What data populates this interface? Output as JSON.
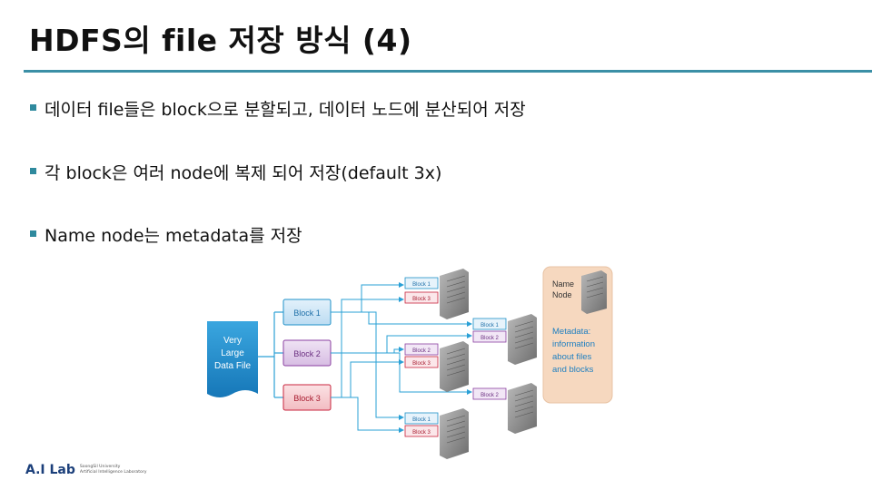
{
  "slide": {
    "title": "HDFS의 file 저장 방식 (4)",
    "bullets": [
      "데이터 file들은 block으로 분할되고, 데이터 노드에 분산되어 저장",
      "각 block은 여러 node에 복제 되어 저장(default 3x)",
      "Name node는 metadata를 저장"
    ]
  },
  "diagram": {
    "file_label_lines": [
      "Very",
      "Large",
      "Data File"
    ],
    "blocks": [
      "Block 1",
      "Block 2",
      "Block 3"
    ],
    "nodes": [
      {
        "blocks": [
          "Block 1",
          "Block 3"
        ]
      },
      {
        "blocks": [
          "Block 1",
          "Block 2"
        ]
      },
      {
        "blocks": [
          "Block 2",
          "Block 3"
        ]
      },
      {
        "blocks": [
          "Block 2"
        ]
      },
      {
        "blocks": [
          "Block 1",
          "Block 3"
        ]
      }
    ],
    "name_node_lines": [
      "Name",
      "Node"
    ],
    "metadata_lines": [
      "Metadata:",
      "information",
      "about files",
      "and blocks"
    ],
    "colors": {
      "file": "#1e88c8",
      "block1": "#1e90c8",
      "block2": "#8a3fa0",
      "block3": "#c8243c",
      "name_node_fill": "#f6d8bf",
      "metadata_text": "#1e7fc0"
    }
  },
  "footer": {
    "logo_main": "A.I Lab",
    "logo_sub_1": "SoongSil University",
    "logo_sub_2": "Artificial Intelligence Laboratory"
  }
}
